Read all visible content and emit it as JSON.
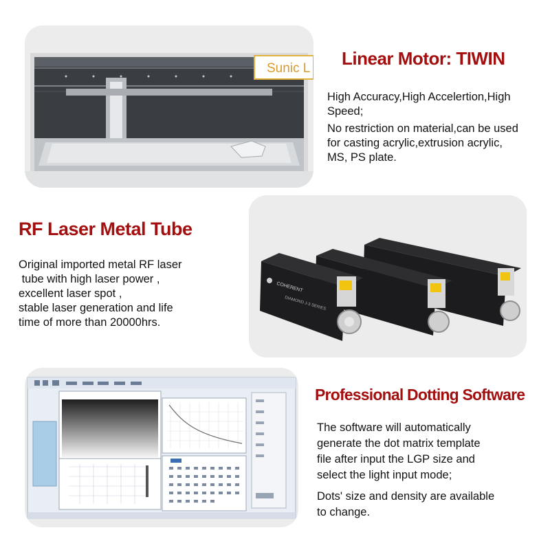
{
  "colors": {
    "heading": "#a30f0f",
    "body_text": "#111111",
    "panel_bg": "#ececec"
  },
  "section1": {
    "title": "Linear Motor: TIWIN",
    "sign_text": "Sunic L",
    "lines": [
      "High Accuracy,High Accelertion,High",
      "Speed;",
      "No restriction on material,can be used",
      "for casting acrylic,extrusion acrylic,",
      "MS, PS plate."
    ]
  },
  "section2": {
    "title": "RF Laser Metal Tube",
    "tube_brand": "COHERENT",
    "tube_series": "DIAMOND J-3 SERIES",
    "lines": [
      "Original imported metal RF laser",
      " tube with high laser power ,",
      "excellent laser spot ,",
      "stable laser generation and life",
      "time of more than 20000hrs."
    ]
  },
  "section3": {
    "title": "Professional Dotting Software",
    "para1_lines": [
      "The software will automatically",
      "generate the dot matrix template",
      "file after input the LGP size and",
      "select the light input mode;"
    ],
    "para2_lines": [
      "Dots' size and density are available",
      "to change."
    ]
  },
  "icons": {
    "machine_photo": "laser-machine-photo",
    "tubes_photo": "rf-laser-tubes-photo",
    "software_screenshot": "dotting-software-screenshot"
  }
}
